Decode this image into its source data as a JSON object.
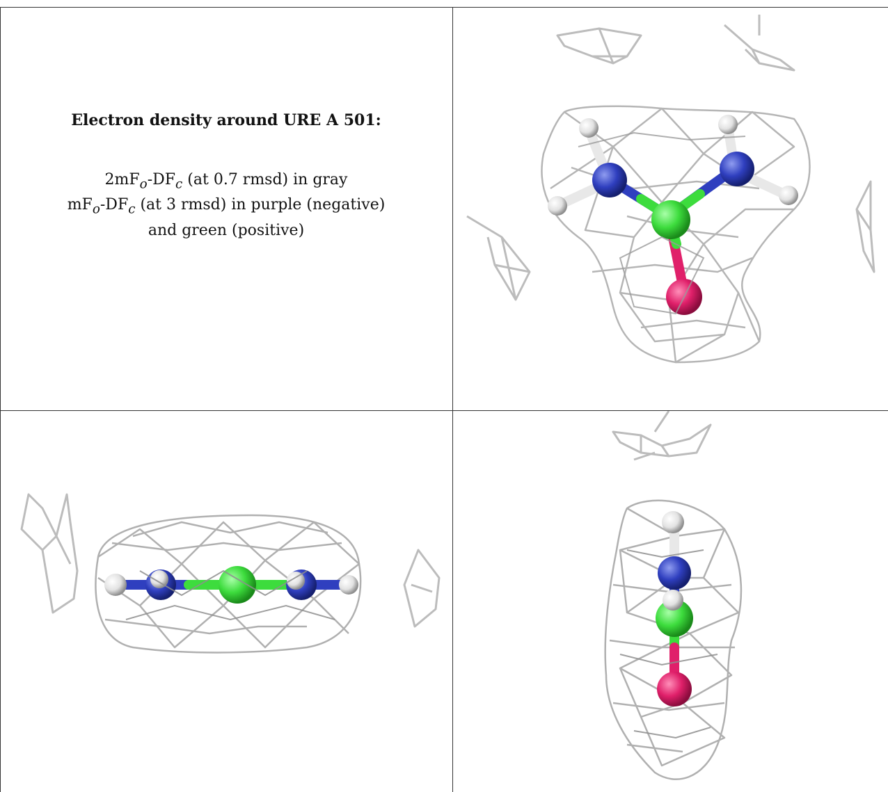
{
  "title": "Electron density around URE A 501:",
  "legend": {
    "line1": {
      "pre": "2mF",
      "sub1": "o",
      "mid": "-DF",
      "sub2": "c",
      "post": " (at 0.7 rmsd) in gray"
    },
    "line2": {
      "pre": "mF",
      "sub1": "o",
      "mid": "-DF",
      "sub2": "c",
      "post": " (at 3 rmsd) in purple (negative)"
    },
    "line3": "and green (positive)"
  },
  "colors": {
    "mesh": "#b9b9b9",
    "carbon": "#3ddc3d",
    "nitrogen": "#2f3fbf",
    "oxygen": "#e0206a",
    "hydrogen": "#e8e8e8",
    "border": "#333333"
  },
  "views": [
    {
      "name": "view-top-right",
      "orientation": "face-on"
    },
    {
      "name": "view-bottom-left",
      "orientation": "edge-on-horizontal"
    },
    {
      "name": "view-bottom-right",
      "orientation": "edge-on-vertical"
    }
  ]
}
